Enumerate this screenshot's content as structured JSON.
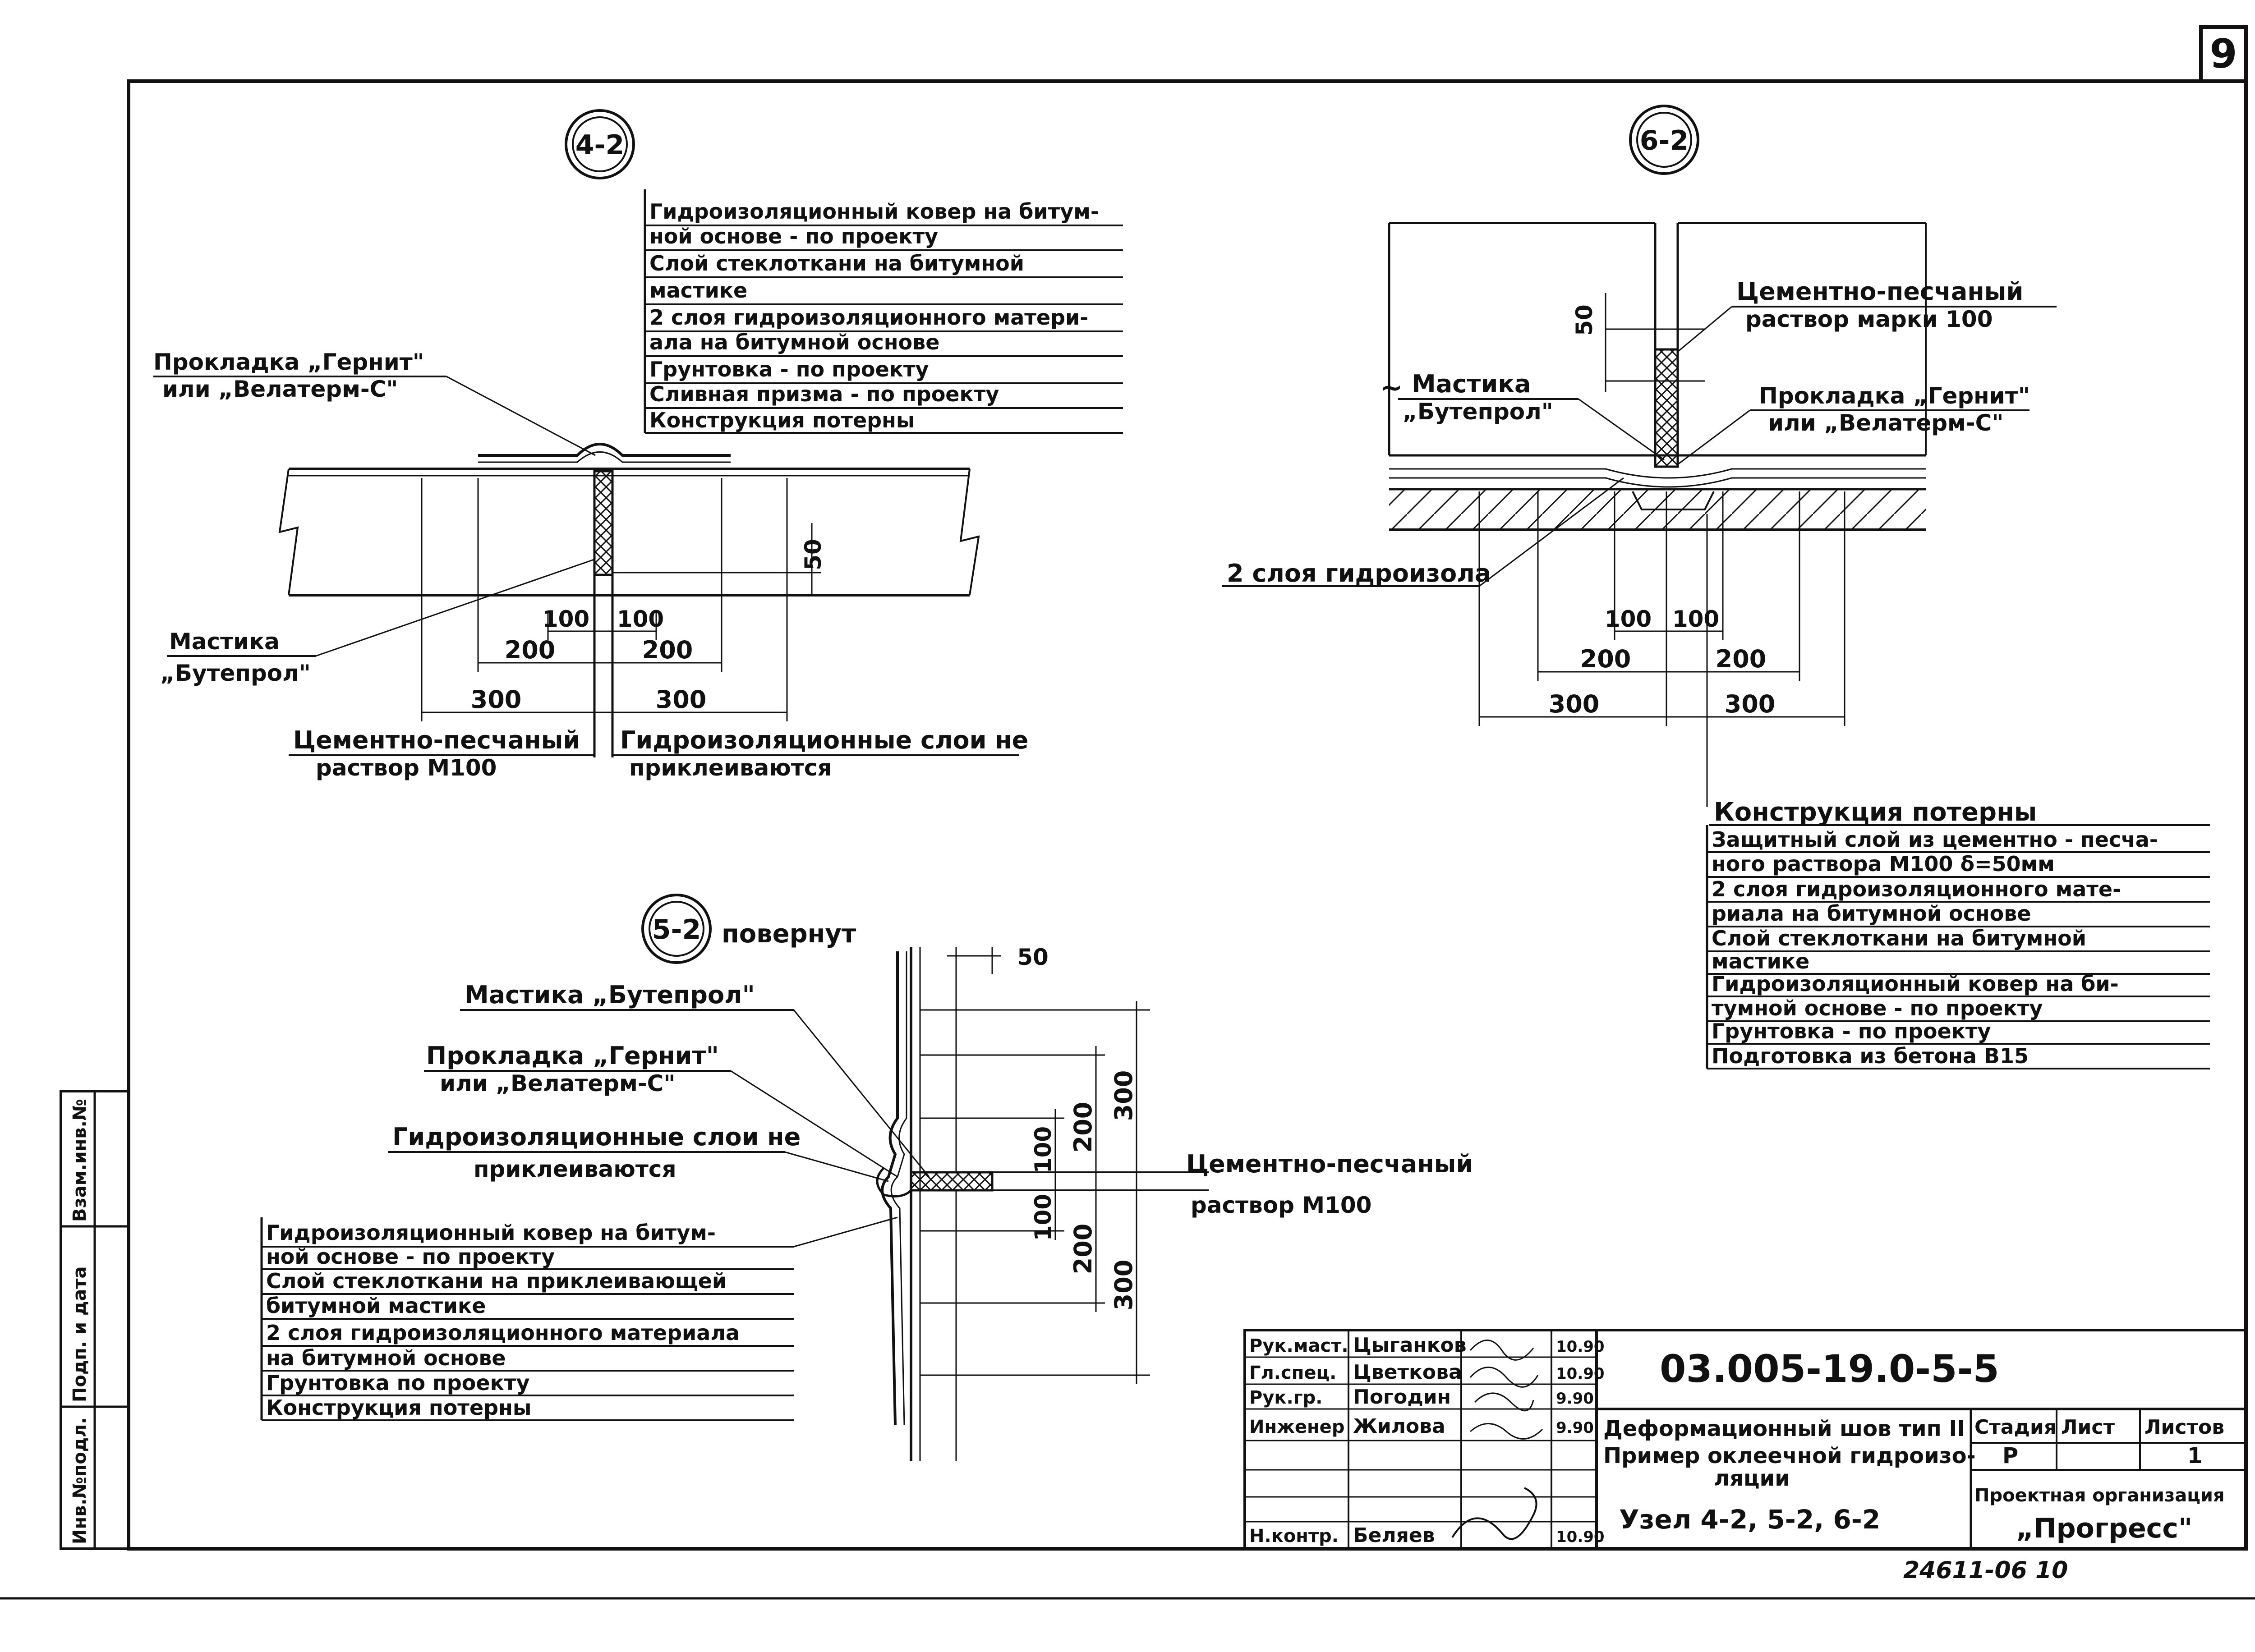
{
  "page_number": "9",
  "side_stamp": {
    "cells": [
      "Взам.инв.№",
      "Подп. и дата",
      "Инв.№подл."
    ]
  },
  "detail_4_2": {
    "marker": "4-2",
    "layers": [
      "Гидроизоляционный ковер на битум-",
      "ной основе - по проекту",
      "Слой стеклоткани на битумной",
      "мастике",
      "2 слоя гидроизоляционного матери-",
      "ала на битумной основе",
      "Грунтовка - по проекту",
      "Сливная призма - по проекту",
      "Конструкция потерны"
    ],
    "gasket_line1": "Прокладка „Гернит\"",
    "gasket_line2": "или „Велатерм-С\"",
    "mastic_line1": "Мастика",
    "mastic_line2": "„Бутепрол\"",
    "mortar_line1": "Цементно-песчаный",
    "mortar_line2": "раствор М100",
    "not_glued_line1": "Гидроизоляционные слои не",
    "not_glued_line2": "приклеиваются",
    "dims": {
      "d50": "50",
      "d100a": "100",
      "d100b": "100",
      "d200a": "200",
      "d200b": "200",
      "d300a": "300",
      "d300b": "300"
    }
  },
  "detail_6_2": {
    "marker": "6-2",
    "mortar_line1": "Цементно-песчаный",
    "mortar_line2": "раствор марки 100",
    "mastic_line1": "Мастика",
    "mastic_line2": "„Бутепрол\"",
    "gasket_line1": "Прокладка „Гернит\"",
    "gasket_line2": "или „Велатерм-С\"",
    "hydroizol": "2 слоя гидроизола",
    "dims": {
      "d50": "50",
      "d100a": "100",
      "d100b": "100",
      "d200a": "200",
      "d200b": "200",
      "d300a": "300",
      "d300b": "300"
    },
    "construction_title": "Конструкция потерны",
    "layers": [
      "Защитный слой из цементно - песча-",
      "ного раствора М100 δ=50мм",
      "2 слоя гидроизоляционного мате-",
      "риала на битумной основе",
      "Слой стеклоткани на битумной",
      "мастике",
      "Гидроизоляционный ковер на би-",
      "тумной основе - по проекту",
      "Грунтовка - по проекту",
      "Подготовка из бетона В15"
    ]
  },
  "detail_5_2": {
    "marker": "5-2",
    "rotated_label": "повернут",
    "mastic": "Мастика „Бутепрол\"",
    "gasket_line1": "Прокладка „Гернит\"",
    "gasket_line2": "или „Велатерм-С\"",
    "not_glued_line1": "Гидроизоляционные слои не",
    "not_glued_line2": "приклеиваются",
    "mortar_line1": "Цементно-песчаный",
    "mortar_line2": "раствор М100",
    "layers": [
      "Гидроизоляционный ковер на битум-",
      "ной основе - по проекту",
      "Слой стеклоткани на приклеивающей",
      "битумной мастике",
      "2 слоя гидроизоляционного материала",
      "на битумной основе",
      "Грунтовка по проекту",
      "Конструкция потерны"
    ],
    "dims": {
      "d50": "50",
      "d100a": "100",
      "d200a": "200",
      "d300a": "300",
      "d100b": "100",
      "d200b": "200",
      "d300b": "300"
    }
  },
  "title_block": {
    "doc_code": "03.005-19.0-5-5",
    "roles": [
      "Рук.маст.",
      "Гл.спец.",
      "Рук.гр.",
      "Инженер",
      "",
      "",
      "Н.контр."
    ],
    "names": [
      "Цыганков",
      "Цветкова",
      "Погодин",
      "Жилова",
      "",
      "",
      "Беляев"
    ],
    "dates": [
      "10.90",
      "10.90",
      "9.90",
      "9.90",
      "",
      "",
      "10.90"
    ],
    "title_line1": "Деформационный шов тип II",
    "title_line2": "Пример оклеечной гидроизо-",
    "title_line3": "ляции",
    "title_line4": "Узел 4-2, 5-2, 6-2",
    "stage_label": "Стадия",
    "sheet_label": "Лист",
    "sheets_label": "Листов",
    "stage_value": "Р",
    "sheet_value": "",
    "sheets_value": "1",
    "org_label": "Проектная организация",
    "org_name": "„Прогресс\""
  },
  "bottom_code": "24611-06  10"
}
